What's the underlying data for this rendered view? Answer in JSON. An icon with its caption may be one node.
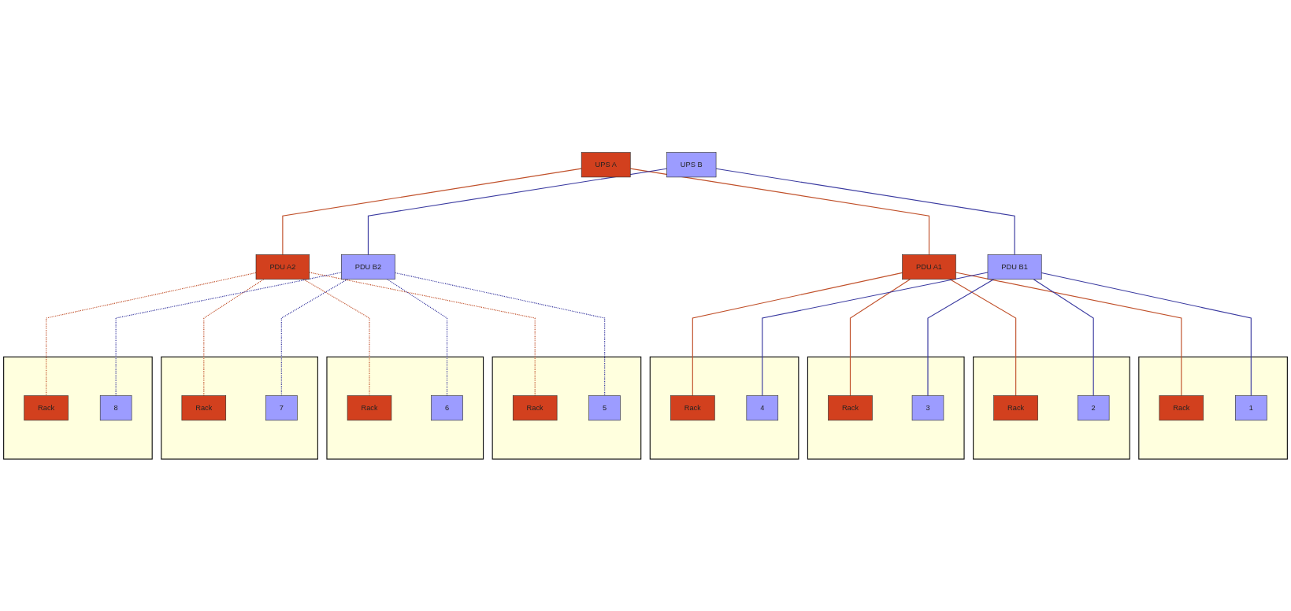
{
  "diagram": {
    "nodes": [
      {
        "text": [
          "UPS A"
        ]
      },
      {
        "text": [
          "UPS B"
        ]
      },
      {
        "text": [
          "PDU A1"
        ]
      },
      {
        "text": [
          "PDU A2"
        ]
      },
      {
        "text": [
          "PDU B1"
        ]
      },
      {
        "text": [
          "PDU B2"
        ]
      },
      {
        "text": [],
        "shape": "box"
      },
      {
        "text": [
          "Rack"
        ],
        "in": 6
      },
      {
        "text": [
          "1"
        ],
        "in": 6
      },
      {
        "text": [],
        "shape": "box"
      },
      {
        "text": [
          "Rack"
        ],
        "in": 9
      },
      {
        "text": [
          "2"
        ],
        "in": 9
      },
      {
        "text": [],
        "shape": "box"
      },
      {
        "text": [
          "Rack"
        ],
        "in": 12
      },
      {
        "text": [
          "3"
        ],
        "in": 12
      },
      {
        "text": [],
        "shape": "box"
      },
      {
        "text": [
          "Rack"
        ],
        "in": 15
      },
      {
        "text": [
          "4"
        ],
        "in": 15
      },
      {
        "text": [],
        "shape": "box"
      },
      {
        "text": [
          "Rack"
        ],
        "in": 18
      },
      {
        "text": [
          "5"
        ],
        "in": 18
      },
      {
        "text": [],
        "shape": "box"
      },
      {
        "text": [
          "Rack"
        ],
        "in": 21
      },
      {
        "text": [
          "6"
        ],
        "in": 21
      },
      {
        "text": [],
        "shape": "box"
      },
      {
        "text": [
          "Rack"
        ],
        "in": 24
      },
      {
        "text": [
          "7"
        ],
        "in": 24
      },
      {
        "text": [],
        "shape": "box"
      },
      {
        "text": [
          "Rack"
        ],
        "in": 27
      },
      {
        "text": [
          "8"
        ],
        "in": 27
      }
    ],
    "edges": [
      {
        "from": 0,
        "to": 2,
        "arrow": "none",
        "color": "#c0502a"
      },
      {
        "from": 0,
        "to": 3,
        "arrow": "none",
        "color": "#c0502a"
      },
      {
        "from": 1,
        "to": 4,
        "arrow": "none",
        "color": "#3a3aa0"
      },
      {
        "from": 1,
        "to": 5,
        "arrow": "none",
        "color": "#3a3aa0"
      },
      {
        "from": 2,
        "to": 7,
        "arrow": "none",
        "color": "#c0502a"
      },
      {
        "from": 2,
        "to": 10,
        "arrow": "none",
        "color": "#c0502a"
      },
      {
        "from": 2,
        "to": 13,
        "arrow": "none",
        "color": "#c0502a"
      },
      {
        "from": 2,
        "to": 16,
        "arrow": "none",
        "color": "#c0502a"
      },
      {
        "from": 3,
        "to": 19,
        "arrow": "none",
        "style": "dashed",
        "color": "#c0502a"
      },
      {
        "from": 3,
        "to": 22,
        "arrow": "none",
        "style": "dashed",
        "color": "#c0502a"
      },
      {
        "from": 3,
        "to": 25,
        "arrow": "none",
        "style": "dashed",
        "color": "#c0502a"
      },
      {
        "from": 3,
        "to": 28,
        "arrow": "none",
        "style": "dashed",
        "color": "#c0502a"
      },
      {
        "from": 4,
        "to": 8,
        "arrow": "none",
        "color": "#3a3aa0"
      },
      {
        "from": 4,
        "to": 11,
        "arrow": "none",
        "color": "#3a3aa0"
      },
      {
        "from": 4,
        "to": 14,
        "arrow": "none",
        "color": "#3a3aa0"
      },
      {
        "from": 4,
        "to": 17,
        "arrow": "none",
        "color": "#3a3aa0"
      },
      {
        "from": 5,
        "to": 20,
        "arrow": "none",
        "style": "dashed",
        "color": "#3a3aa0"
      },
      {
        "from": 5,
        "to": 23,
        "arrow": "none",
        "style": "dashed",
        "color": "#3a3aa0"
      },
      {
        "from": 5,
        "to": 26,
        "arrow": "none",
        "style": "dashed",
        "color": "#3a3aa0"
      },
      {
        "from": 5,
        "to": 29,
        "arrow": "none",
        "style": "dashed",
        "color": "#3a3aa0"
      }
    ]
  }
}
